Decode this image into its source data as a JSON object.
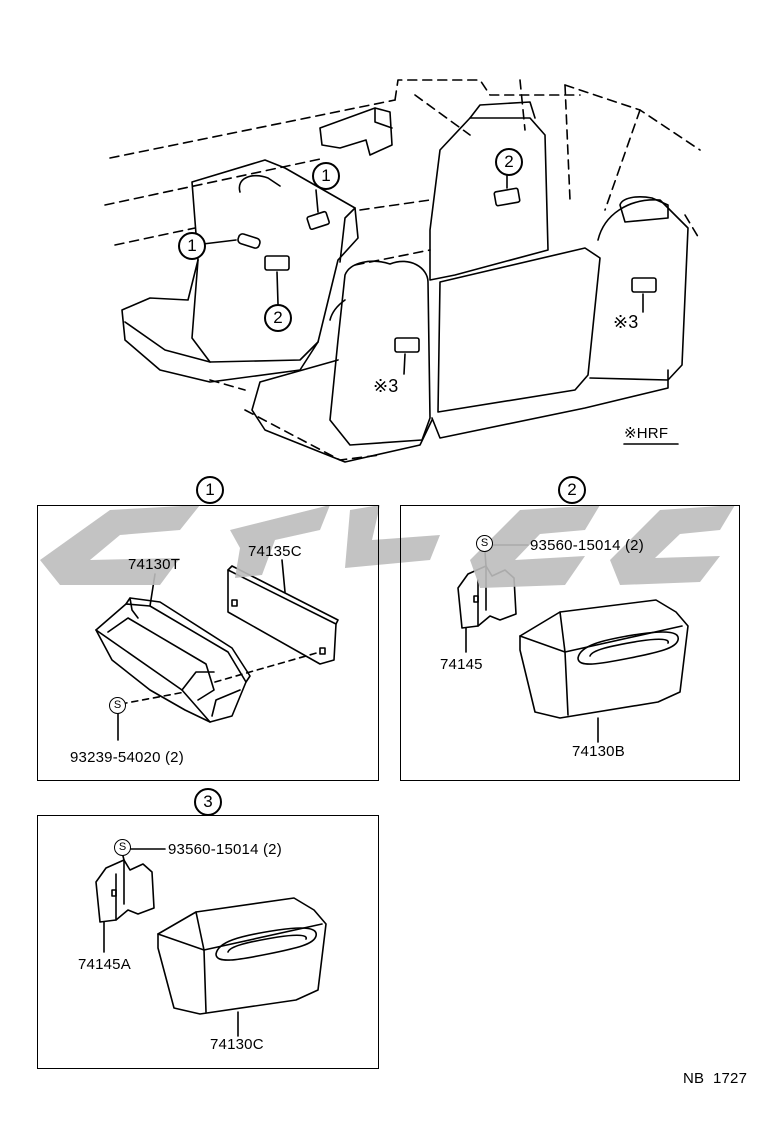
{
  "overview": {
    "callout_1a": "1",
    "callout_1b": "1",
    "callout_2a": "2",
    "callout_2b": "2",
    "callout_3a": "※3",
    "callout_3b": "※3",
    "note": "※HRF"
  },
  "panel_1": {
    "number": "1",
    "parts": {
      "box": "74130T",
      "plate": "74135C",
      "screw_symbol": "S",
      "screw": "93239-54020 (2)"
    }
  },
  "panel_2": {
    "number": "2",
    "parts": {
      "screw_symbol": "S",
      "screw": "93560-15014 (2)",
      "bracket": "74145",
      "box": "74130B"
    }
  },
  "panel_3": {
    "number": "3",
    "parts": {
      "screw_symbol": "S",
      "screw": "93560-15014 (2)",
      "bracket": "74145A",
      "box": "74130C"
    }
  },
  "footer": {
    "ref_code": "NB  1727"
  }
}
